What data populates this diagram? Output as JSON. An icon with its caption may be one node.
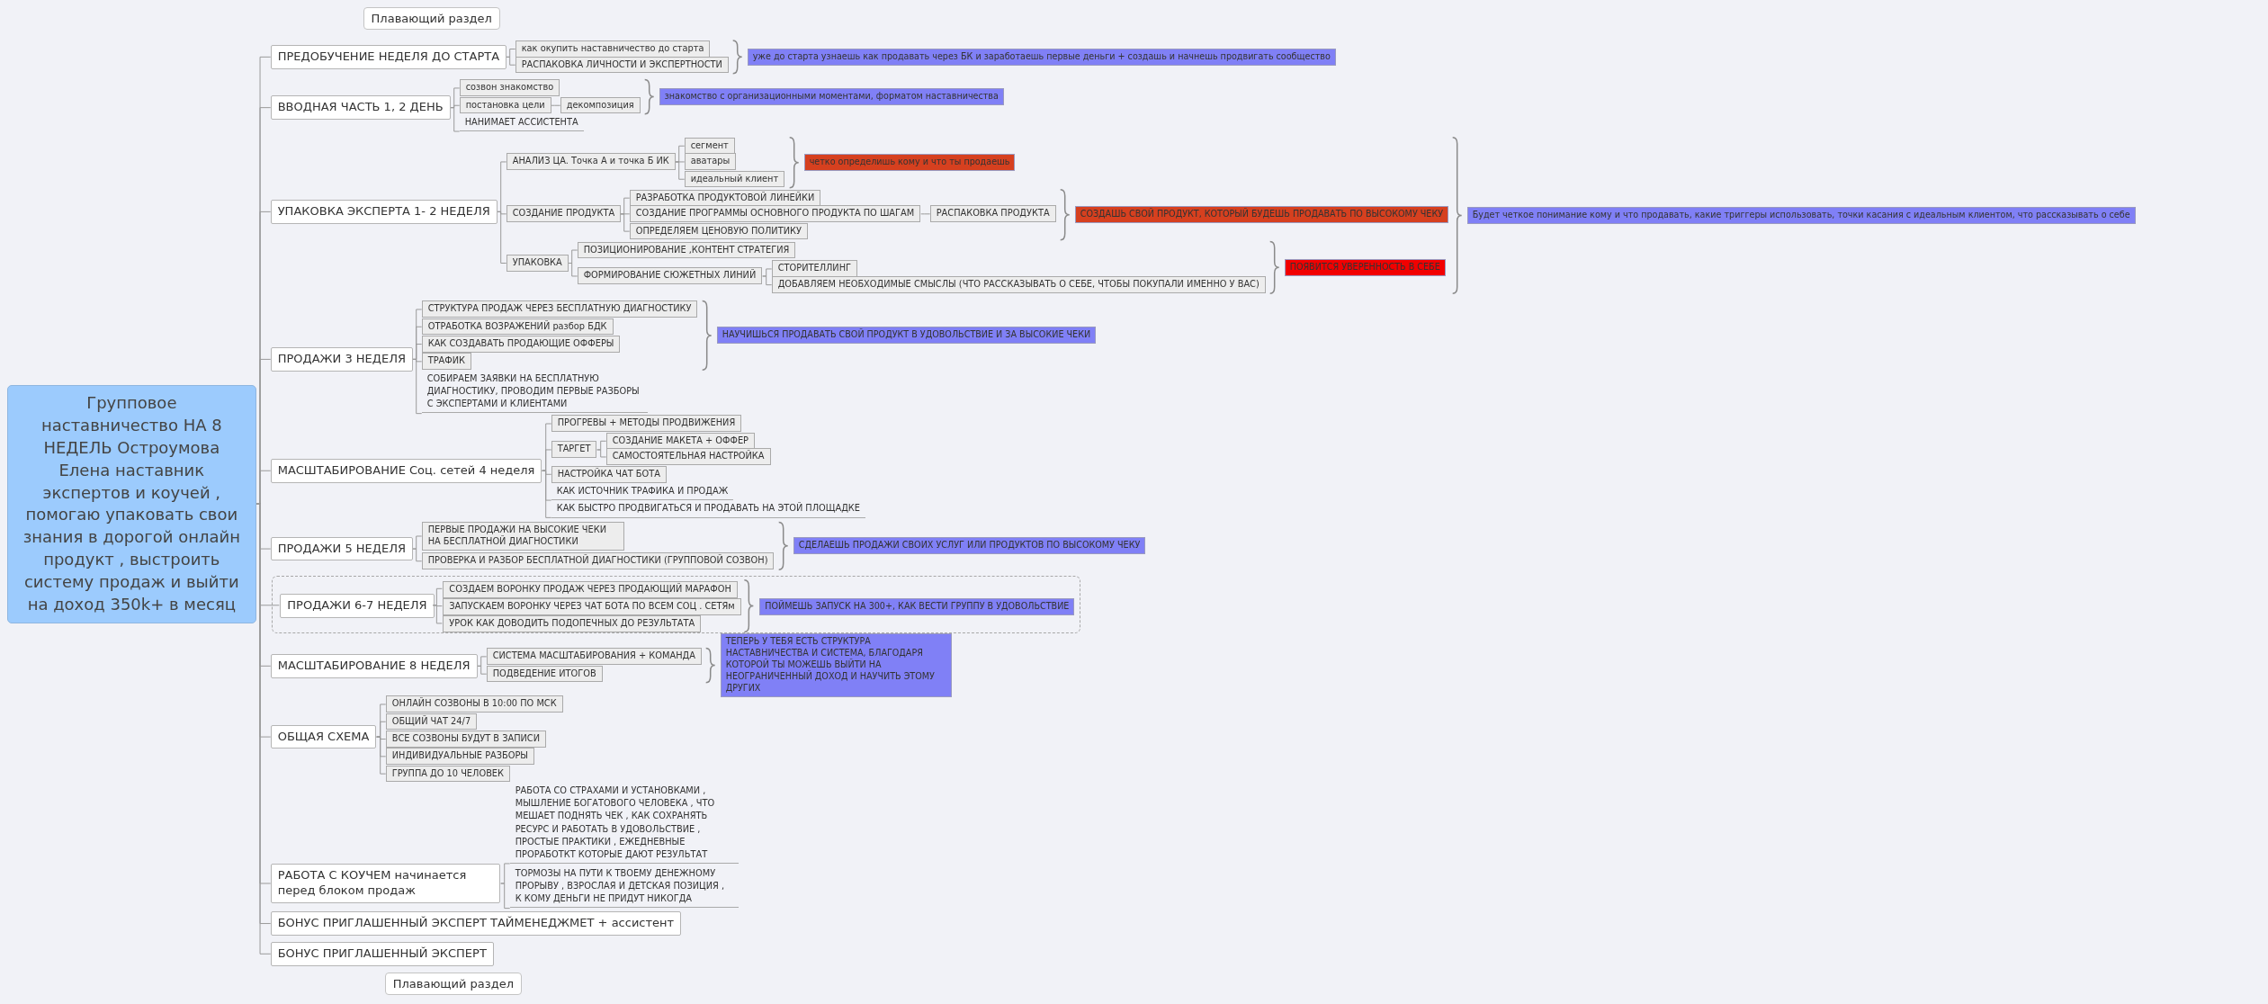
{
  "diagram": {
    "nodes": [
      {
        "text": [
          "Групповое наставничество НА 8 НЕДЕЛЬ Остроумова Елена наставник экспертов и коучей , помогаю упаковать свои знания в дорогой онлайн продукт , выстроить систему продаж и выйти на доход 350k+ в месяц"
        ]
      },
      {
        "text": [
          "Плавающий раздел"
        ]
      },
      {
        "text": [
          "ПРЕДОБУЧЕНИЕ НЕДЕЛЯ ДО СТАРТА"
        ]
      },
      {
        "text": [
          "как окупить наставничество до старта"
        ]
      },
      {
        "text": [
          "РАСПАКОВКА ЛИЧНОСТИ И ЭКСПЕРТНОСТИ"
        ]
      },
      {
        "text": [
          "уже до старта узнаешь как продавать через БК и заработаешь первые деньги + создашь и начнешь продвигать сообщество"
        ]
      },
      {
        "text": [
          "ВВОДНАЯ ЧАСТЬ 1, 2 ДЕНЬ"
        ]
      },
      {
        "text": [
          "созвон знакомство"
        ]
      },
      {
        "text": [
          "постановка цели"
        ]
      },
      {
        "text": [
          "декомпозиция"
        ]
      },
      {
        "text": [
          "НАНИМАЕТ АССИСТЕНТА"
        ]
      },
      {
        "text": [
          "знакомство с организационными моментами, форматом наставничества"
        ]
      },
      {
        "text": [
          "УПАКОВКА ЭКСПЕРТА 1- 2 НЕДЕЛЯ"
        ]
      },
      {
        "text": [
          "АНАЛИЗ ЦА. Точка А и точка Б ИК"
        ]
      },
      {
        "text": [
          "сегмент"
        ]
      },
      {
        "text": [
          "аватары"
        ]
      },
      {
        "text": [
          "идеальный клиент"
        ]
      },
      {
        "text": [
          "четко определишь кому и что ты продаешь"
        ]
      },
      {
        "text": [
          "СОЗДАНИЕ ПРОДУКТА"
        ]
      },
      {
        "text": [
          "РАЗРАБОТКА ПРОДУКТОВОЙ ЛИНЕЙКИ"
        ]
      },
      {
        "text": [
          "СОЗДАНИЕ ПРОГРАММЫ ОСНОВНОГО ПРОДУКТА ПО ШАГАМ"
        ]
      },
      {
        "text": [
          "РАСПАКОВКА ПРОДУКТА"
        ]
      },
      {
        "text": [
          "ОПРЕДЕЛЯЕМ ЦЕНОВУЮ ПОЛИТИКУ"
        ]
      },
      {
        "text": [
          "СОЗДАШЬ СВОЙ ПРОДУКТ, КОТОРЫЙ БУДЕШЬ ПРОДАВАТЬ ПО ВЫСОКОМУ ЧЕКУ"
        ]
      },
      {
        "text": [
          "УПАКОВКА"
        ]
      },
      {
        "text": [
          "ПОЗИЦИОНИРОВАНИЕ ,КОНТЕНТ СТРАТЕГИЯ"
        ]
      },
      {
        "text": [
          "ФОРМИРОВАНИЕ СЮЖЕТНЫХ ЛИНИЙ"
        ]
      },
      {
        "text": [
          "СТОРИТЕЛЛИНГ"
        ]
      },
      {
        "text": [
          "ДОБАВЛЯЕМ НЕОБХОДИМЫЕ СМЫСЛЫ (ЧТО РАССКАЗЫВАТЬ О СЕБЕ, ЧТОБЫ ПОКУПАЛИ ИМЕННО У ВАС)"
        ]
      },
      {
        "text": [
          "ПОЯВИТСЯ УВЕРЕННОСТЬ В СЕБЕ"
        ]
      },
      {
        "text": [
          "Будет четкое понимание кому и что продавать, какие триггеры использовать, точки касания с идеальным клиентом, что рассказывать о себе"
        ]
      },
      {
        "text": [
          "ПРОДАЖИ 3 НЕДЕЛЯ"
        ]
      },
      {
        "text": [
          "СТРУКТУРА ПРОДАЖ ЧЕРЕЗ БЕСПЛАТНУЮ ДИАГНОСТИКУ"
        ]
      },
      {
        "text": [
          "ОТРАБОТКА ВОЗРАЖЕНИЙ разбор БДК"
        ]
      },
      {
        "text": [
          "КАК СОЗДАВАТЬ ПРОДАЮЩИЕ ОФФЕРЫ"
        ]
      },
      {
        "text": [
          "ТРАФИК"
        ]
      },
      {
        "text": [
          "СОБИРАЕМ ЗАЯВКИ НА БЕСПЛАТНУЮ ДИАГНОСТИКУ, ПРОВОДИМ ПЕРВЫЕ РАЗБОРЫ С ЭКСПЕРТАМИ И КЛИЕНТАМИ"
        ]
      },
      {
        "text": [
          "НАУЧИШЬСЯ ПРОДАВАТЬ СВОЙ ПРОДУКТ В УДОВОЛЬСТВИЕ И ЗА ВЫСОКИЕ ЧЕКИ"
        ]
      },
      {
        "text": [
          "МАСШТАБИРОВАНИЕ Соц. сетей 4 неделя"
        ]
      },
      {
        "text": [
          "ПРОГРЕВЫ + МЕТОДЫ ПРОДВИЖЕНИЯ"
        ]
      },
      {
        "text": [
          "ТАРГЕТ"
        ]
      },
      {
        "text": [
          "СОЗДАНИЕ МАКЕТА + ОФФЕР"
        ]
      },
      {
        "text": [
          "САМОСТОЯТЕЛЬНАЯ НАСТРОЙКА"
        ]
      },
      {
        "text": [
          "НАСТРОЙКА ЧАТ БОТА"
        ]
      },
      {
        "text": [
          "КАК ИСТОЧНИК ТРАФИКА И ПРОДАЖ"
        ]
      },
      {
        "text": [
          "КАК БЫСТРО ПРОДВИГАТЬСЯ И ПРОДАВАТЬ НА ЭТОЙ ПЛОЩАДКЕ"
        ]
      },
      {
        "text": [
          "ПРОДАЖИ 5 НЕДЕЛЯ"
        ]
      },
      {
        "text": [
          "ПЕРВЫЕ ПРОДАЖИ НА ВЫСОКИЕ ЧЕКИ НА БЕСПЛАТНОЙ ДИАГНОСТИКИ"
        ]
      },
      {
        "text": [
          "ПРОВЕРКА И РАЗБОР БЕСПЛАТНОЙ ДИАГНОСТИКИ (ГРУППОВОЙ СОЗВОН)"
        ]
      },
      {
        "text": [
          "СДЕЛАЕШЬ ПРОДАЖИ СВОИХ УСЛУГ ИЛИ ПРОДУКТОВ ПО ВЫСОКОМУ ЧЕКУ"
        ]
      },
      {
        "text": [],
        "shape": "box"
      },
      {
        "text": [
          "ПРОДАЖИ 6-7 НЕДЕЛЯ"
        ],
        "in": 50
      },
      {
        "text": [
          "СОЗДАЕМ ВОРОНКУ ПРОДАЖ ЧЕРЕЗ ПРОДАЮЩИЙ МАРАФОН"
        ],
        "in": 50
      },
      {
        "text": [
          "ЗАПУСКАЕМ ВОРОНКУ ЧЕРЕЗ ЧАТ БОТА ПО ВСЕМ СОЦ . СЕТЯм"
        ],
        "in": 50
      },
      {
        "text": [
          "УРОК КАК ДОВОДИТЬ ПОДОПЕЧНЫХ ДО РЕЗУЛЬТАТА"
        ],
        "in": 50
      },
      {
        "text": [
          "ПОЙМЕШЬ ЗАПУСК НА 300+, КАК ВЕСТИ ГРУППУ В УДОВОЛЬСТВИЕ"
        ],
        "in": 50
      },
      {
        "text": [
          "МАСШТАБИРОВАНИЕ 8 НЕДЕЛЯ"
        ]
      },
      {
        "text": [
          "СИСТЕМА МАСШТАБИРОВАНИЯ + КОМАНДА"
        ]
      },
      {
        "text": [
          "ПОДВЕДЕНИЕ ИТОГОВ"
        ]
      },
      {
        "text": [
          "ТЕПЕРЬ У ТЕБЯ ЕСТЬ СТРУКТУРА НАСТАВНИЧЕСТВА И СИСТЕМА, БЛАГОДАРЯ КОТОРОЙ ТЫ МОЖЕШЬ ВЫЙТИ НА НЕОГРАНИЧЕННЫЙ ДОХОД И НАУЧИТЬ ЭТОМУ ДРУГИХ"
        ]
      },
      {
        "text": [
          "ОБЩАЯ СХЕМА"
        ]
      },
      {
        "text": [
          "ОНЛАЙН СОЗВОНЫ В 10:00 ПО МСК"
        ]
      },
      {
        "text": [
          "ОБЩИЙ ЧАТ 24/7"
        ]
      },
      {
        "text": [
          "ВСЕ СОЗВОНЫ БУДУТ В ЗАПИСИ"
        ]
      },
      {
        "text": [
          "ИНДИВИДУАЛЬНЫЕ РАЗБОРЫ"
        ]
      },
      {
        "text": [
          "ГРУППА ДО 10 ЧЕЛОВЕК"
        ]
      },
      {
        "text": [
          "РАБОТА С КОУЧЕМ начинается перед блоком продаж"
        ]
      },
      {
        "text": [
          "РАБОТА СО СТРАХАМИ И УСТАНОВКАМИ , МЫШЛЕНИЕ БОГАТОВОГО ЧЕЛОВЕКА , ЧТО МЕШАЕТ ПОДНЯТЬ ЧЕК , КАК СОХРАНЯТЬ РЕСУРС И РАБОТАТЬ В УДОВОЛЬСТВИЕ , ПРОСТЫЕ ПРАКТИКИ , ЕЖЕДНЕВНЫЕ ПРОРАБОТКТ КОТОРЫЕ ДАЮТ РЕЗУЛЬТАТ"
        ]
      },
      {
        "text": [
          "ТОРМОЗЫ НА ПУТИ К ТВОЕМУ ДЕНЕЖНОМУ ПРОРЫВУ , ВЗРОСЛАЯ И ДЕТСКАЯ ПОЗИЦИЯ , К КОМУ ДЕНЬГИ НЕ ПРИДУТ НИКОГДА"
        ]
      },
      {
        "text": [
          "БОНУС ПРИГЛАШЕННЫЙ ЭКСПЕРТ ТАЙМЕНЕДЖМЕТ + ассистент"
        ]
      },
      {
        "text": [
          "БОНУС ПРИГЛАШЕННЫЙ ЭКСПЕРТ"
        ]
      },
      {
        "text": [
          "Плавающий раздел"
        ]
      }
    ],
    "edges": [
      {
        "from": 0,
        "to": 2,
        "arrow": "none"
      },
      {
        "from": 0,
        "to": 6,
        "arrow": "none"
      },
      {
        "from": 0,
        "to": 12,
        "arrow": "none"
      },
      {
        "from": 0,
        "to": 31,
        "arrow": "none"
      },
      {
        "from": 0,
        "to": 38,
        "arrow": "none"
      },
      {
        "from": 0,
        "to": 46,
        "arrow": "none"
      },
      {
        "from": 0,
        "to": 51,
        "arrow": "none"
      },
      {
        "from": 0,
        "to": 56,
        "arrow": "none"
      },
      {
        "from": 0,
        "to": 60,
        "arrow": "none"
      },
      {
        "from": 0,
        "to": 66,
        "arrow": "none"
      },
      {
        "from": 0,
        "to": 69,
        "arrow": "none"
      },
      {
        "from": 0,
        "to": 70,
        "arrow": "none"
      },
      {
        "from": 2,
        "to": 3,
        "arrow": "none"
      },
      {
        "from": 2,
        "to": 4,
        "arrow": "none"
      },
      {
        "from": 6,
        "to": 7,
        "arrow": "none"
      },
      {
        "from": 6,
        "to": 8,
        "arrow": "none"
      },
      {
        "from": 8,
        "to": 9,
        "arrow": "none"
      },
      {
        "from": 6,
        "to": 10,
        "arrow": "none"
      },
      {
        "from": 12,
        "to": 13,
        "arrow": "none"
      },
      {
        "from": 12,
        "to": 18,
        "arrow": "none"
      },
      {
        "from": 12,
        "to": 24,
        "arrow": "none"
      },
      {
        "from": 13,
        "to": 14,
        "arrow": "none"
      },
      {
        "from": 13,
        "to": 15,
        "arrow": "none"
      },
      {
        "from": 13,
        "to": 16,
        "arrow": "none"
      },
      {
        "from": 18,
        "to": 19,
        "arrow": "none"
      },
      {
        "from": 18,
        "to": 20,
        "arrow": "none"
      },
      {
        "from": 18,
        "to": 22,
        "arrow": "none"
      },
      {
        "from": 20,
        "to": 21,
        "arrow": "none"
      },
      {
        "from": 24,
        "to": 25,
        "arrow": "none"
      },
      {
        "from": 24,
        "to": 26,
        "arrow": "none"
      },
      {
        "from": 26,
        "to": 27,
        "arrow": "none"
      },
      {
        "from": 26,
        "to": 28,
        "arrow": "none"
      },
      {
        "from": 31,
        "to": 32,
        "arrow": "none"
      },
      {
        "from": 31,
        "to": 33,
        "arrow": "none"
      },
      {
        "from": 31,
        "to": 34,
        "arrow": "none"
      },
      {
        "from": 31,
        "to": 35,
        "arrow": "none"
      },
      {
        "from": 31,
        "to": 36,
        "arrow": "none"
      },
      {
        "from": 38,
        "to": 39,
        "arrow": "none"
      },
      {
        "from": 38,
        "to": 40,
        "arrow": "none"
      },
      {
        "from": 40,
        "to": 41,
        "arrow": "none"
      },
      {
        "from": 40,
        "to": 42,
        "arrow": "none"
      },
      {
        "from": 38,
        "to": 43,
        "arrow": "none"
      },
      {
        "from": 38,
        "to": 44,
        "arrow": "none"
      },
      {
        "from": 38,
        "to": 45,
        "arrow": "none"
      },
      {
        "from": 46,
        "to": 47,
        "arrow": "none"
      },
      {
        "from": 46,
        "to": 48,
        "arrow": "none"
      },
      {
        "from": 51,
        "to": 52,
        "arrow": "none"
      },
      {
        "from": 51,
        "to": 53,
        "arrow": "none"
      },
      {
        "from": 51,
        "to": 54,
        "arrow": "none"
      },
      {
        "from": 56,
        "to": 57,
        "arrow": "none"
      },
      {
        "from": 56,
        "to": 58,
        "arrow": "none"
      },
      {
        "from": 60,
        "to": 61,
        "arrow": "none"
      },
      {
        "from": 60,
        "to": 62,
        "arrow": "none"
      },
      {
        "from": 60,
        "to": 63,
        "arrow": "none"
      },
      {
        "from": 60,
        "to": 64,
        "arrow": "none"
      },
      {
        "from": 60,
        "to": 65,
        "arrow": "none"
      },
      {
        "from": 66,
        "to": 67,
        "arrow": "none"
      },
      {
        "from": 66,
        "to": 68,
        "arrow": "none"
      }
    ]
  }
}
